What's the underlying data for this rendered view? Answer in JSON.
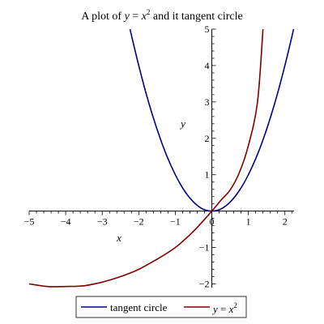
{
  "chart_data": {
    "type": "line",
    "title": "A plot of y = x² and it tangent circle",
    "title_parts": {
      "prefix": "A plot of ",
      "var": "y",
      "eq": " = ",
      "base": "x",
      "exp": "2",
      "suffix": " and it tangent circle"
    },
    "xlabel": "x",
    "ylabel": "y",
    "xlim": [
      -5,
      2.25
    ],
    "ylim": [
      -2.1,
      5
    ],
    "xticks": [
      -5,
      -4,
      -3,
      -2,
      -1,
      0,
      1,
      2
    ],
    "yticks": [
      -2,
      -1,
      0,
      1,
      2,
      3,
      4,
      5
    ],
    "grid": false,
    "legend": "bottom",
    "series": [
      {
        "name": "tangent circle",
        "label_parts": {
          "text": "tangent circle"
        },
        "color": "#000080",
        "x": [
          -2.24,
          -2.0,
          -1.75,
          -1.5,
          -1.25,
          -1.0,
          -0.75,
          -0.5,
          -0.25,
          0.0,
          0.25,
          0.5,
          0.75,
          1.0,
          1.25,
          1.5,
          1.75,
          2.0,
          2.24
        ],
        "y": [
          5.0,
          4.0,
          3.06,
          2.25,
          1.56,
          1.0,
          0.56,
          0.25,
          0.06,
          0.0,
          0.06,
          0.25,
          0.56,
          1.0,
          1.56,
          2.25,
          3.06,
          4.0,
          5.0
        ]
      },
      {
        "name": "y = x²",
        "label_parts": {
          "var": "y",
          "eq": " = ",
          "base": "x",
          "exp": "2"
        },
        "color": "#800000",
        "x": [
          -5.0,
          -4.5,
          -4.0,
          -3.5,
          -3.0,
          -2.5,
          -2.0,
          -1.5,
          -1.0,
          -0.5,
          0.0,
          0.25,
          0.5,
          0.75,
          1.0,
          1.25,
          1.4
        ],
        "y": [
          -2.0,
          -2.07,
          -2.07,
          -2.05,
          -1.95,
          -1.8,
          -1.6,
          -1.32,
          -1.0,
          -0.55,
          0.0,
          0.3,
          0.58,
          1.05,
          1.8,
          3.0,
          5.0
        ]
      }
    ]
  }
}
